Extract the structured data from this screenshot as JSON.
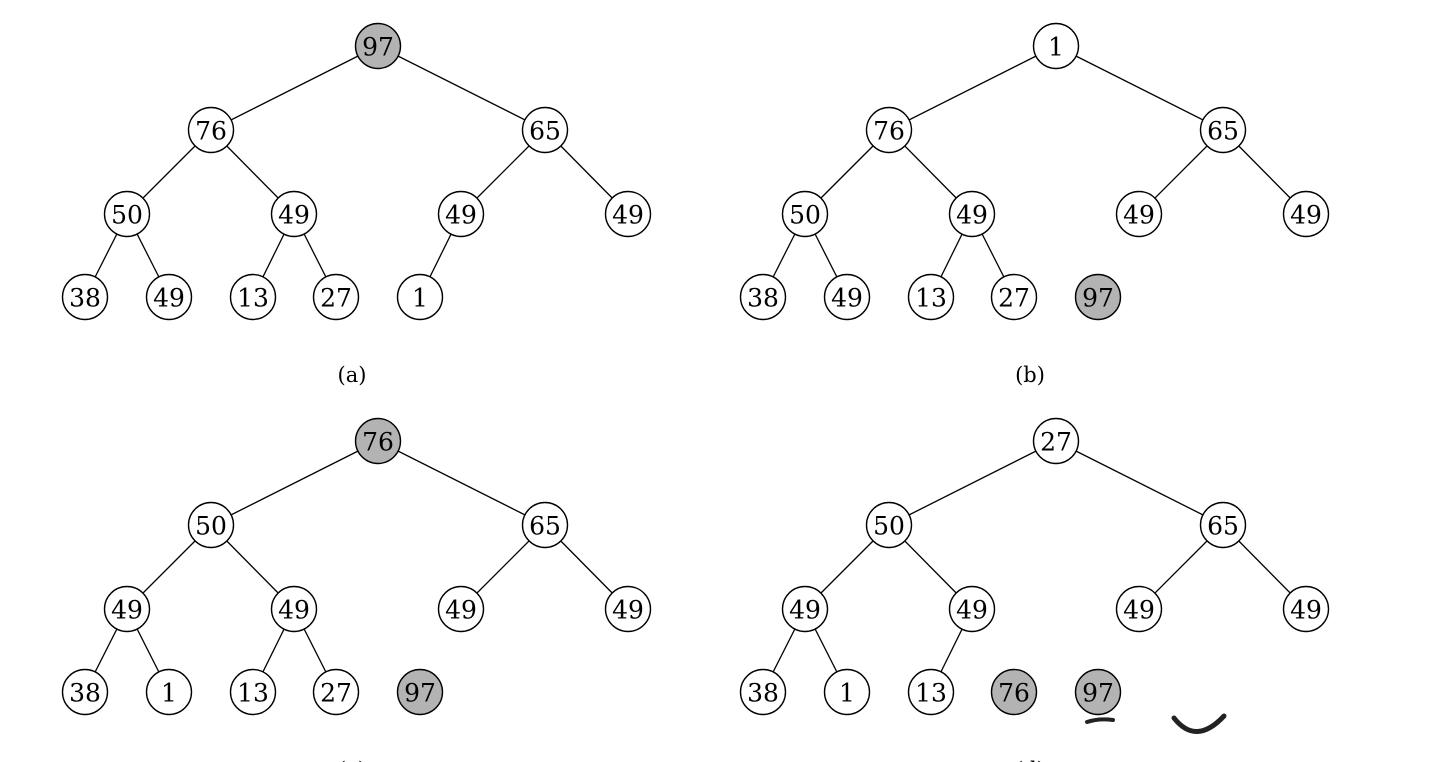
{
  "colors": {
    "highlight": "#b3b3b3",
    "normal": "#ffffff",
    "stroke": "#000000"
  },
  "panels": [
    {
      "caption": "(a)",
      "nodes": [
        {
          "id": "a0",
          "label": "97",
          "highlight": true
        },
        {
          "id": "a1",
          "label": "76",
          "highlight": false
        },
        {
          "id": "a2",
          "label": "65",
          "highlight": false
        },
        {
          "id": "a3",
          "label": "50",
          "highlight": false
        },
        {
          "id": "a4",
          "label": "49",
          "highlight": false
        },
        {
          "id": "a5",
          "label": "49",
          "highlight": false
        },
        {
          "id": "a6",
          "label": "49",
          "highlight": false
        },
        {
          "id": "a7",
          "label": "38",
          "highlight": false
        },
        {
          "id": "a8",
          "label": "49",
          "highlight": false
        },
        {
          "id": "a9",
          "label": "13",
          "highlight": false
        },
        {
          "id": "a10",
          "label": "27",
          "highlight": false
        },
        {
          "id": "a11",
          "label": "1",
          "highlight": false
        }
      ],
      "edges": [
        [
          "a0",
          "a1"
        ],
        [
          "a0",
          "a2"
        ],
        [
          "a1",
          "a3"
        ],
        [
          "a1",
          "a4"
        ],
        [
          "a2",
          "a5"
        ],
        [
          "a2",
          "a6"
        ],
        [
          "a3",
          "a7"
        ],
        [
          "a3",
          "a8"
        ],
        [
          "a4",
          "a9"
        ],
        [
          "a4",
          "a10"
        ],
        [
          "a5",
          "a11"
        ]
      ]
    },
    {
      "caption": "(b)",
      "nodes": [
        {
          "id": "b0",
          "label": "1",
          "highlight": false
        },
        {
          "id": "b1",
          "label": "76",
          "highlight": false
        },
        {
          "id": "b2",
          "label": "65",
          "highlight": false
        },
        {
          "id": "b3",
          "label": "50",
          "highlight": false
        },
        {
          "id": "b4",
          "label": "49",
          "highlight": false
        },
        {
          "id": "b5",
          "label": "49",
          "highlight": false
        },
        {
          "id": "b6",
          "label": "49",
          "highlight": false
        },
        {
          "id": "b7",
          "label": "38",
          "highlight": false
        },
        {
          "id": "b8",
          "label": "49",
          "highlight": false
        },
        {
          "id": "b9",
          "label": "13",
          "highlight": false
        },
        {
          "id": "b10",
          "label": "27",
          "highlight": false
        },
        {
          "id": "b11",
          "label": "97",
          "highlight": true
        }
      ],
      "edges": [
        [
          "b0",
          "b1"
        ],
        [
          "b0",
          "b2"
        ],
        [
          "b1",
          "b3"
        ],
        [
          "b1",
          "b4"
        ],
        [
          "b2",
          "b5"
        ],
        [
          "b2",
          "b6"
        ],
        [
          "b3",
          "b7"
        ],
        [
          "b3",
          "b8"
        ],
        [
          "b4",
          "b9"
        ],
        [
          "b4",
          "b10"
        ]
      ]
    },
    {
      "caption": "(c)",
      "nodes": [
        {
          "id": "c0",
          "label": "76",
          "highlight": true
        },
        {
          "id": "c1",
          "label": "50",
          "highlight": false
        },
        {
          "id": "c2",
          "label": "65",
          "highlight": false
        },
        {
          "id": "c3",
          "label": "49",
          "highlight": false
        },
        {
          "id": "c4",
          "label": "49",
          "highlight": false
        },
        {
          "id": "c5",
          "label": "49",
          "highlight": false
        },
        {
          "id": "c6",
          "label": "49",
          "highlight": false
        },
        {
          "id": "c7",
          "label": "38",
          "highlight": false
        },
        {
          "id": "c8",
          "label": "1",
          "highlight": false
        },
        {
          "id": "c9",
          "label": "13",
          "highlight": false
        },
        {
          "id": "c10",
          "label": "27",
          "highlight": false
        },
        {
          "id": "c11",
          "label": "97",
          "highlight": true
        }
      ],
      "edges": [
        [
          "c0",
          "c1"
        ],
        [
          "c0",
          "c2"
        ],
        [
          "c1",
          "c3"
        ],
        [
          "c1",
          "c4"
        ],
        [
          "c2",
          "c5"
        ],
        [
          "c2",
          "c6"
        ],
        [
          "c3",
          "c7"
        ],
        [
          "c3",
          "c8"
        ],
        [
          "c4",
          "c9"
        ],
        [
          "c4",
          "c10"
        ]
      ]
    },
    {
      "caption": "(d)",
      "nodes": [
        {
          "id": "d0",
          "label": "27",
          "highlight": false
        },
        {
          "id": "d1",
          "label": "50",
          "highlight": false
        },
        {
          "id": "d2",
          "label": "65",
          "highlight": false
        },
        {
          "id": "d3",
          "label": "49",
          "highlight": false
        },
        {
          "id": "d4",
          "label": "49",
          "highlight": false
        },
        {
          "id": "d5",
          "label": "49",
          "highlight": false
        },
        {
          "id": "d6",
          "label": "49",
          "highlight": false
        },
        {
          "id": "d7",
          "label": "38",
          "highlight": false
        },
        {
          "id": "d8",
          "label": "1",
          "highlight": false
        },
        {
          "id": "d9",
          "label": "13",
          "highlight": false
        },
        {
          "id": "d10",
          "label": "76",
          "highlight": true
        },
        {
          "id": "d11",
          "label": "97",
          "highlight": true
        }
      ],
      "edges": [
        [
          "d0",
          "d1"
        ],
        [
          "d0",
          "d2"
        ],
        [
          "d1",
          "d3"
        ],
        [
          "d1",
          "d4"
        ],
        [
          "d2",
          "d5"
        ],
        [
          "d2",
          "d6"
        ],
        [
          "d3",
          "d7"
        ],
        [
          "d3",
          "d8"
        ],
        [
          "d4",
          "d9"
        ]
      ]
    }
  ]
}
